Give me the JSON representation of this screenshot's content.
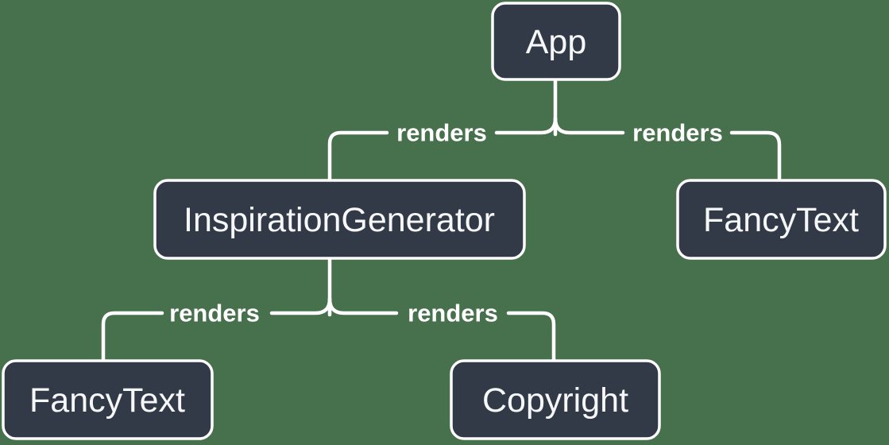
{
  "diagram": {
    "kind": "component-render-tree",
    "colors": {
      "background": "#47704D",
      "node_fill": "#333A47",
      "node_border": "#FFFFFF",
      "node_text": "#F6F7F9",
      "line": "#FFFFFF",
      "edge_label_text": "#FFFFFF"
    },
    "nodes": [
      {
        "id": "app",
        "label": "App"
      },
      {
        "id": "inspiration-generator",
        "label": "InspirationGenerator"
      },
      {
        "id": "fancy-text-top-right",
        "label": "FancyText"
      },
      {
        "id": "fancy-text-bottom-left",
        "label": "FancyText"
      },
      {
        "id": "copyright",
        "label": "Copyright"
      }
    ],
    "edges": [
      {
        "from": "App",
        "to": "InspirationGenerator",
        "label": "renders"
      },
      {
        "from": "App",
        "to": "FancyText",
        "label": "renders"
      },
      {
        "from": "InspirationGenerator",
        "to": "FancyText",
        "label": "renders"
      },
      {
        "from": "InspirationGenerator",
        "to": "Copyright",
        "label": "renders"
      }
    ]
  }
}
